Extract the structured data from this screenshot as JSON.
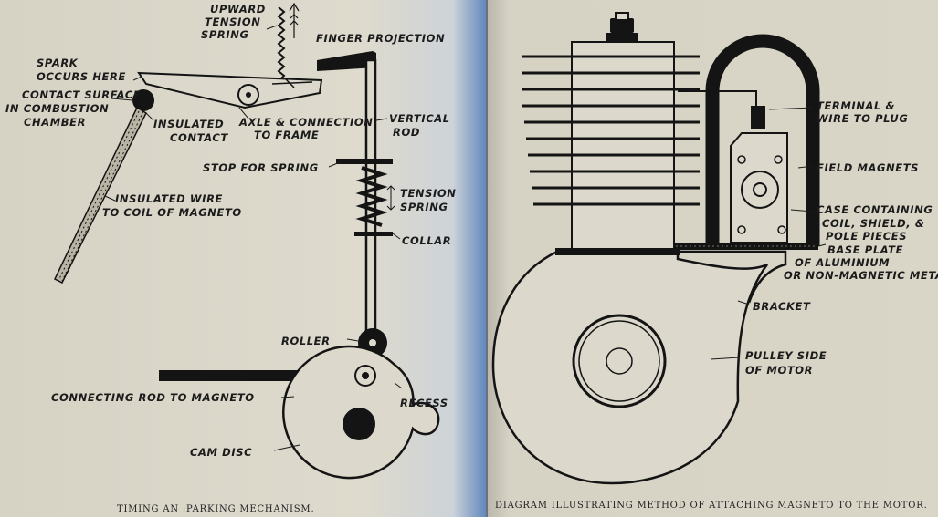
{
  "left_page": {
    "caption": "TIMING AN  :PARKING MECHANISM.",
    "labels": {
      "upward_tension_spring_1": "UPWARD",
      "upward_tension_spring_2": "TENSION",
      "upward_tension_spring_3": "SPRING",
      "finger_projection": "FINGER PROJECTION",
      "spark_1": "SPARK",
      "spark_2": "OCCURS HERE",
      "contact_surface_1": "CONTACT SURFACE",
      "contact_surface_2": "IN COMBUSTION",
      "contact_surface_3": "CHAMBER",
      "insulated_contact_1": "INSULATED",
      "insulated_contact_2": "CONTACT",
      "axle_1": "AXLE & CONNECTION",
      "axle_2": "TO FRAME",
      "vertical_rod_1": "VERTICAL",
      "vertical_rod_2": "ROD",
      "stop_for_spring": "STOP FOR SPRING",
      "insulated_wire_1": "INSULATED WIRE",
      "insulated_wire_2": "TO COIL OF MAGNETO",
      "tension_spring_1": "TENSION",
      "tension_spring_2": "SPRING",
      "collar": "COLLAR",
      "roller": "ROLLER",
      "connecting_rod": "CONNECTING ROD TO MAGNETO",
      "recess": "RECESS",
      "cam_disc": "CAM DISC"
    }
  },
  "right_page": {
    "caption": "DIAGRAM ILLUSTRATING METHOD OF ATTACHING MAGNETO TO THE MOTOR.",
    "labels": {
      "terminal_1": "TERMINAL &",
      "terminal_2": "WIRE TO PLUG",
      "field_magnets": "FIELD MAGNETS",
      "case_1": "CASE CONTAINING",
      "case_2": "COIL, SHIELD, &",
      "case_3": "POLE PIECES",
      "base_plate_1": "BASE PLATE",
      "base_plate_2": "OF ALUMINIUM",
      "base_plate_3": "OR NON-MAGNETIC METAL",
      "bracket": "BRACKET",
      "pulley_1": "PULLEY SIDE",
      "pulley_2": "OF MOTOR"
    }
  },
  "colors": {
    "paper_left": "#dcd8cc",
    "paper_right": "#d8d4c6",
    "ink": "#141414",
    "gutter_blue": "#2a5a9e"
  }
}
